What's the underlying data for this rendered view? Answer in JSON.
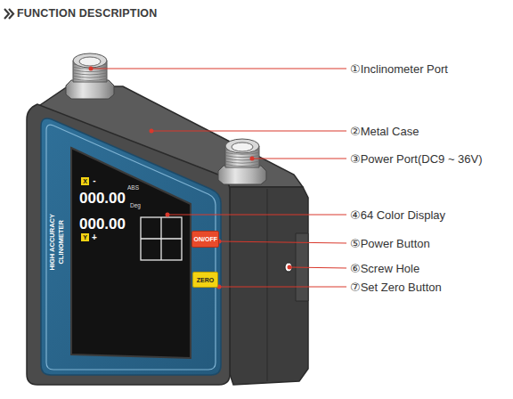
{
  "diagram": {
    "title": "FUNCTION DESCRIPTION",
    "nodes": [
      {
        "text": [
          "ON/OFF"
        ]
      },
      {
        "text": [
          "ZERO"
        ]
      }
    ],
    "labels": [
      "①Inclinometer Port",
      "②Metal Case",
      "③Power Port(DC9 ~ 36V)",
      "④64 Color Display",
      "⑤Power Button",
      "⑥Screw Hole",
      "⑦Set Zero Button",
      "HIGH ACCURACY",
      "CLINOMETER",
      "X",
      "-",
      "000.00",
      "ABS",
      "Deg",
      "000.00",
      "Y",
      "+"
    ]
  }
}
